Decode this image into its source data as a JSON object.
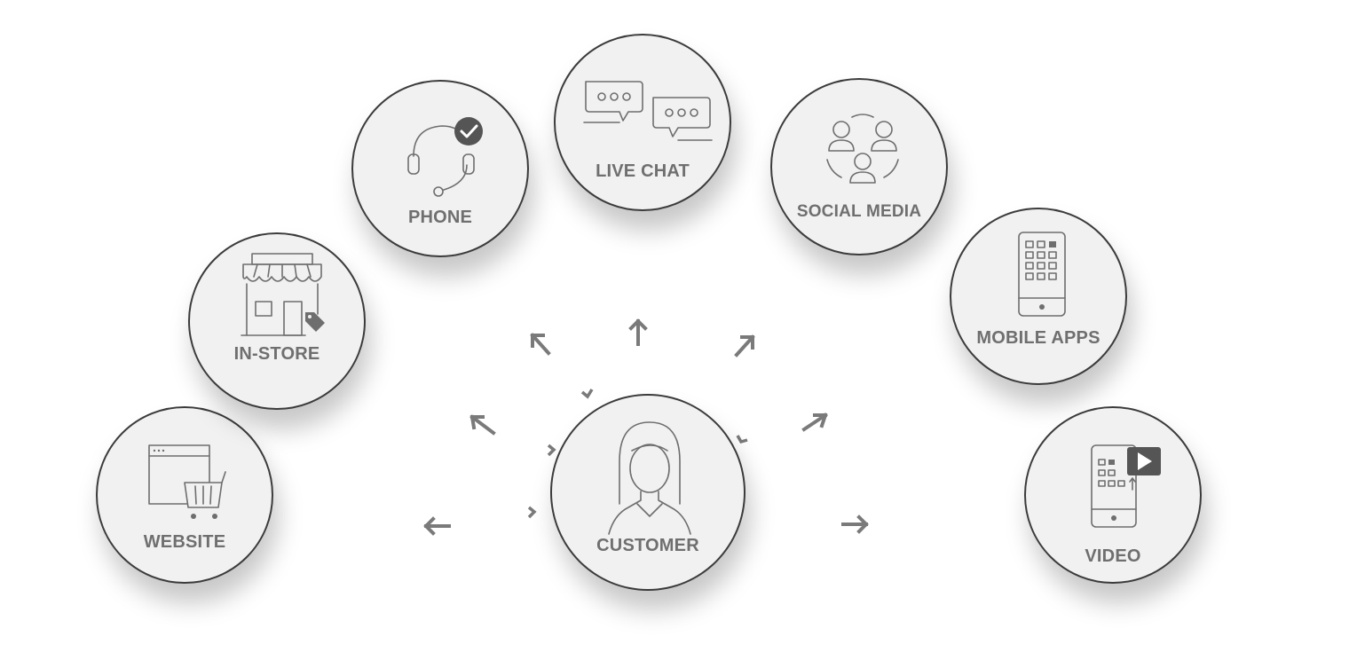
{
  "diagram": {
    "center": {
      "label": "CUSTOMER",
      "icon": "customer-person-icon"
    },
    "channels": [
      {
        "key": "website",
        "label": "WEBSITE",
        "icon": "browser-cart-icon"
      },
      {
        "key": "in_store",
        "label": "IN-STORE",
        "icon": "storefront-icon"
      },
      {
        "key": "phone",
        "label": "PHONE",
        "icon": "headset-check-icon"
      },
      {
        "key": "live_chat",
        "label": "LIVE CHAT",
        "icon": "chat-bubbles-icon"
      },
      {
        "key": "social_media",
        "label": "SOCIAL MEDIA",
        "icon": "people-network-icon"
      },
      {
        "key": "mobile_apps",
        "label": "MOBILE APPS",
        "icon": "mobile-grid-icon"
      },
      {
        "key": "video",
        "label": "VIDEO",
        "icon": "mobile-video-play-icon"
      }
    ],
    "colors": {
      "circle_fill": "#f1f1f1",
      "circle_border": "#3b3b3b",
      "icon": "#6e6e6e",
      "label": "#6f6f6f",
      "arrow": "#7a7a7a"
    }
  }
}
